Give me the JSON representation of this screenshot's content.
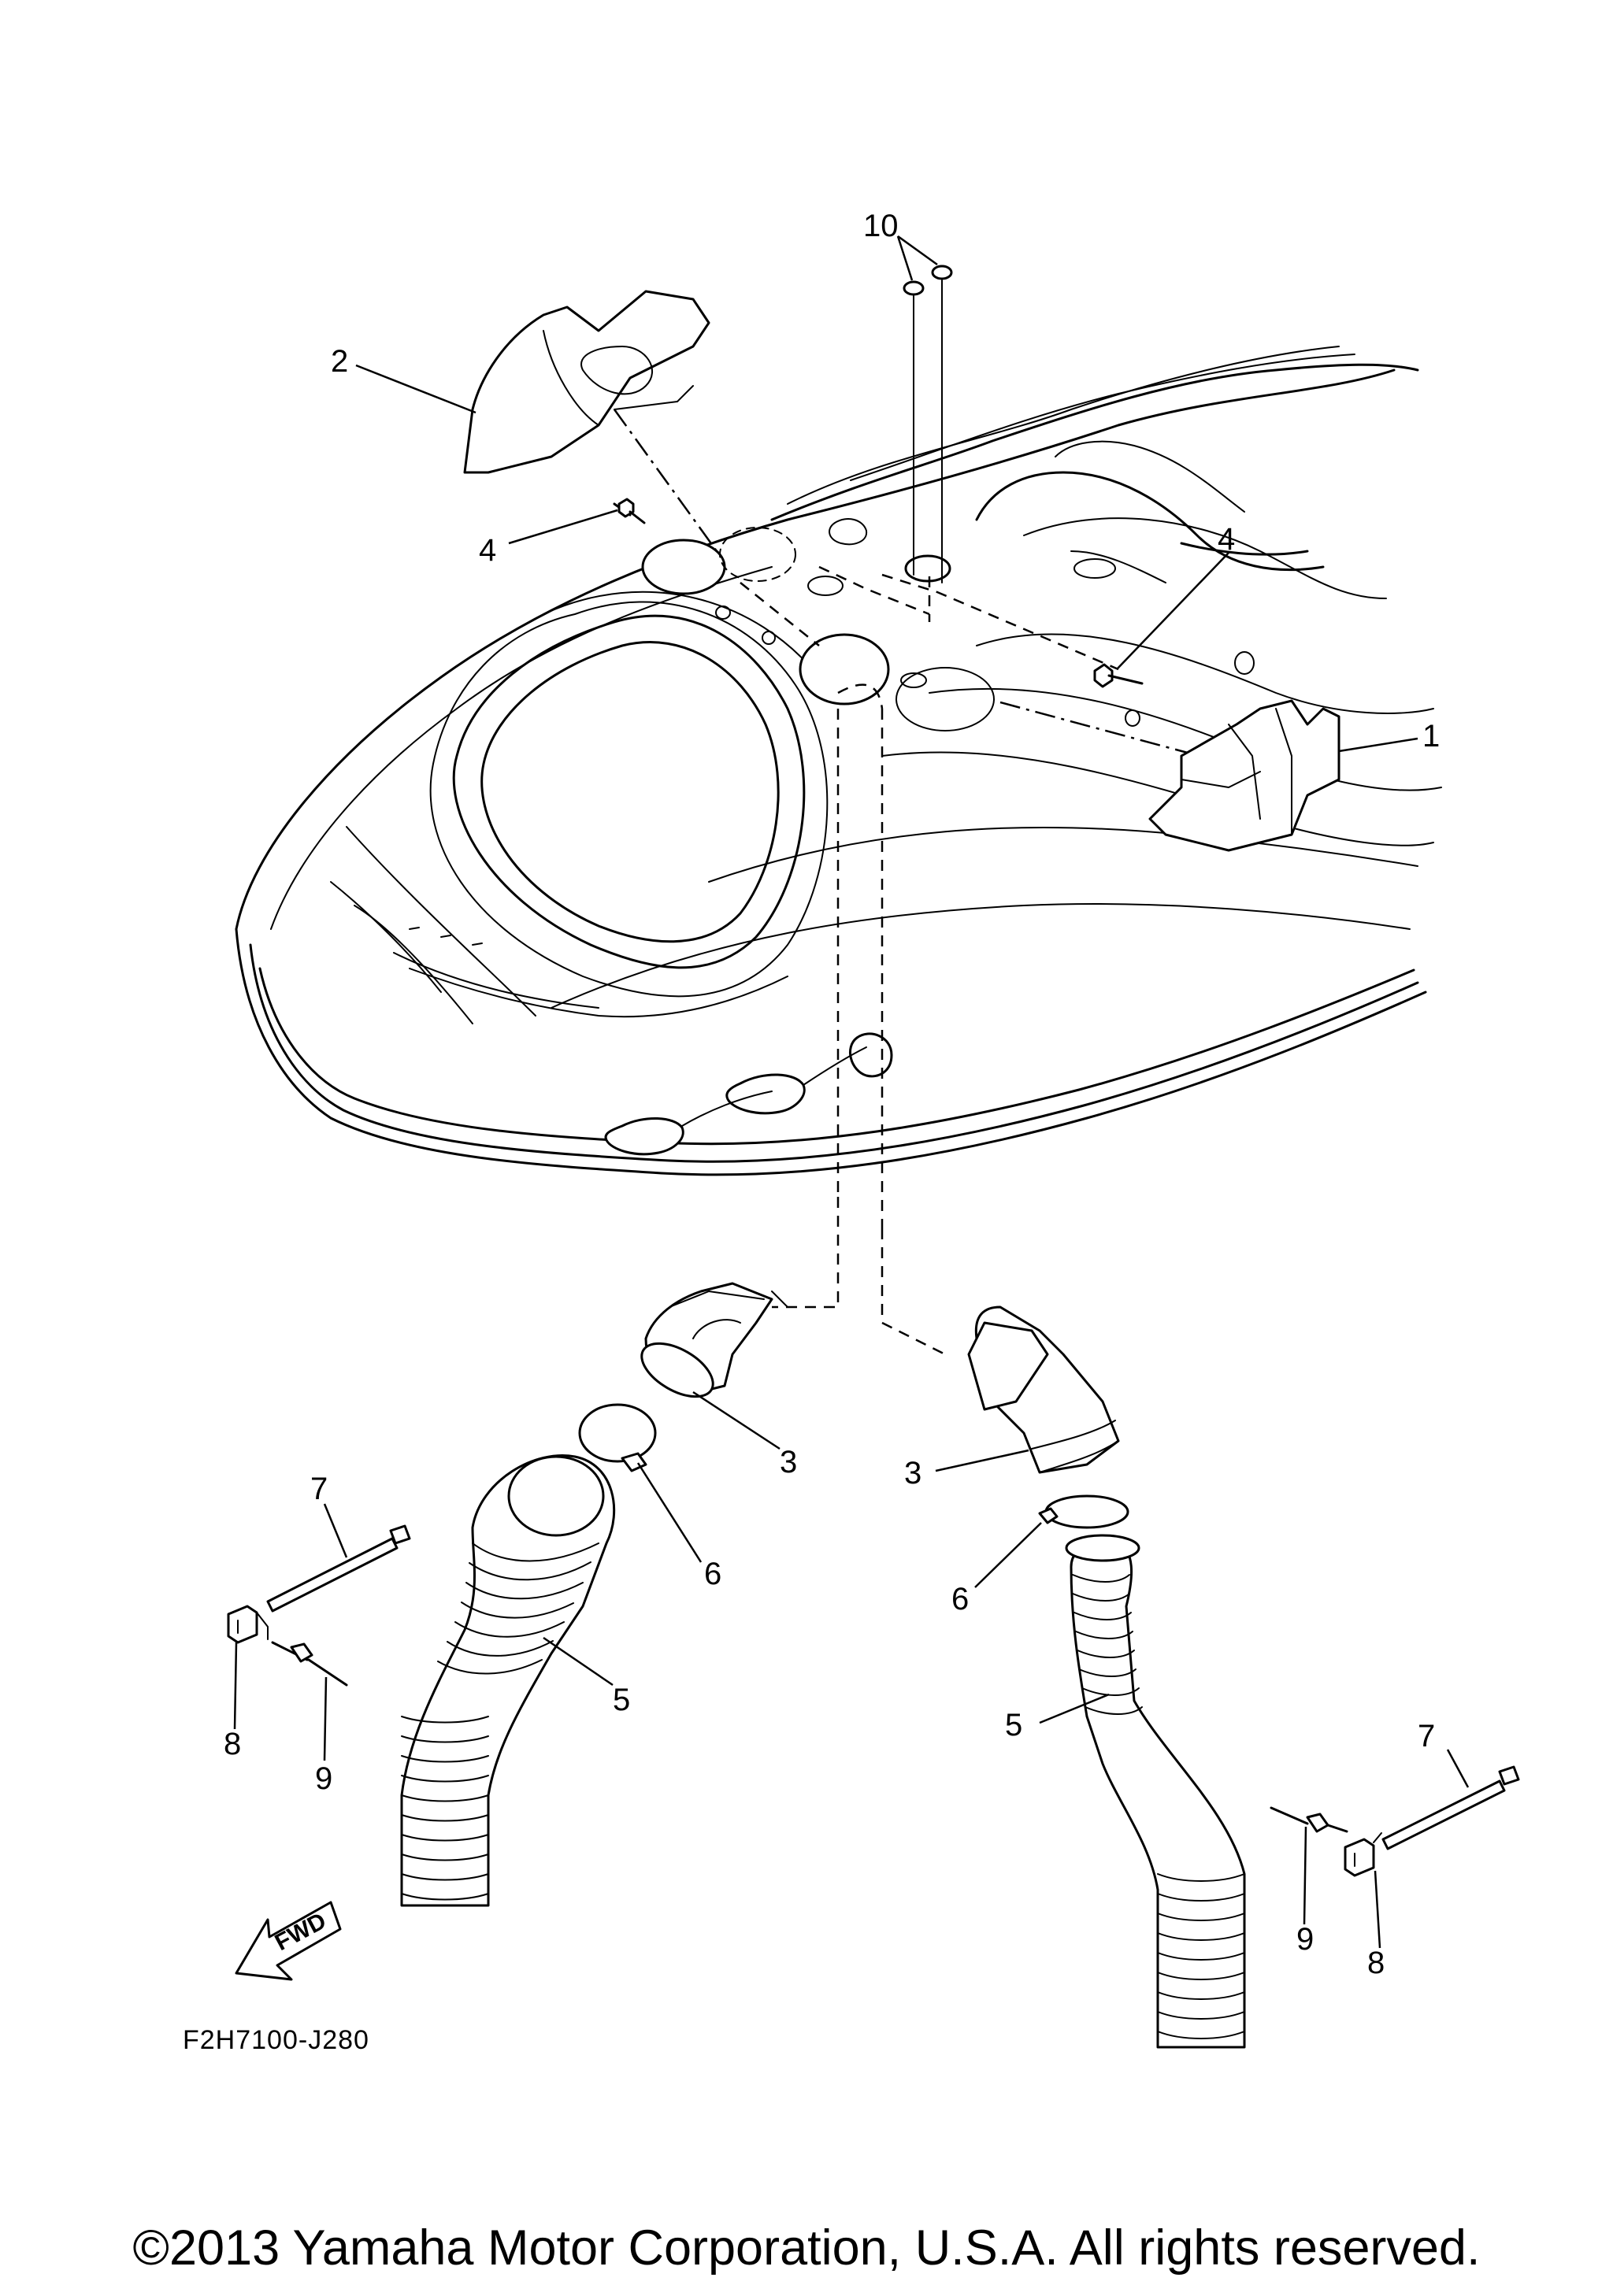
{
  "callouts": {
    "c1": "1",
    "c2": "2",
    "c3a": "3",
    "c3b": "3",
    "c4a": "4",
    "c4b": "4",
    "c5a": "5",
    "c5b": "5",
    "c6a": "6",
    "c6b": "6",
    "c7a": "7",
    "c7b": "7",
    "c8a": "8",
    "c8b": "8",
    "c9a": "9",
    "c9b": "9",
    "c10": "10"
  },
  "direction_label": "FWD",
  "diagram_code": "F2H7100-J280",
  "copyright": "©2013 Yamaha Motor Corporation, U.S.A. All rights reserved."
}
